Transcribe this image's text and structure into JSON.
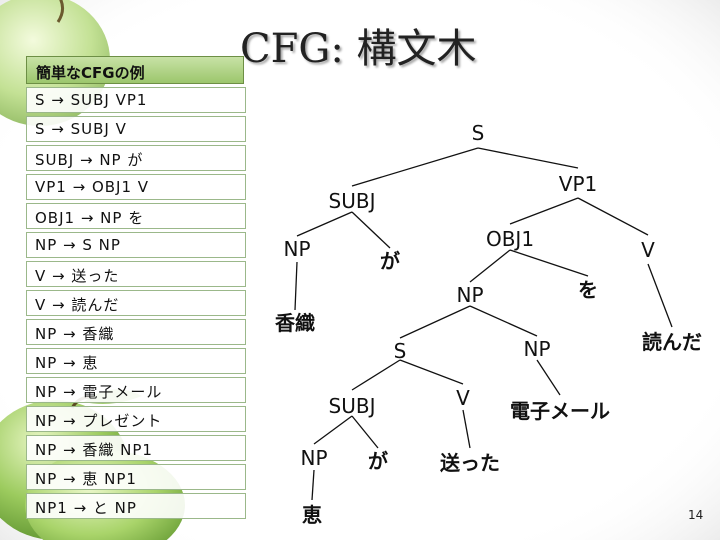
{
  "title": "CFG: 構文木",
  "rules_header": "簡単なCFGの例",
  "rules": [
    "S → SUBJ VP1",
    "S → SUBJ V",
    "SUBJ → NP が",
    "VP1 → OBJ1 V",
    "OBJ1 → NP を",
    "NP → S NP",
    "V → 送った",
    "V → 読んだ",
    "NP → 香織",
    "NP → 恵",
    "NP → 電子メール",
    "NP → プレゼント",
    "NP → 香織 NP1",
    "NP → 恵 NP1",
    "NP1 → と NP"
  ],
  "tree": {
    "nodes": [
      {
        "id": "s_root",
        "label": "S",
        "bold": false
      },
      {
        "id": "subj1",
        "label": "SUBJ",
        "bold": false
      },
      {
        "id": "vp1",
        "label": "VP1",
        "bold": false
      },
      {
        "id": "np_kaori",
        "label": "NP",
        "bold": false
      },
      {
        "id": "ga1",
        "label": "が",
        "bold": true
      },
      {
        "id": "obj1",
        "label": "OBJ1",
        "bold": false
      },
      {
        "id": "v_root",
        "label": "V",
        "bold": false
      },
      {
        "id": "kaori",
        "label": "香織",
        "bold": true
      },
      {
        "id": "np_obj",
        "label": "NP",
        "bold": false
      },
      {
        "id": "wo",
        "label": "を",
        "bold": true
      },
      {
        "id": "yonda",
        "label": "読んだ",
        "bold": true
      },
      {
        "id": "s_rel",
        "label": "S",
        "bold": false
      },
      {
        "id": "np_mail",
        "label": "NP",
        "bold": false
      },
      {
        "id": "subj2",
        "label": "SUBJ",
        "bold": false
      },
      {
        "id": "v_rel",
        "label": "V",
        "bold": false
      },
      {
        "id": "email",
        "label": "電子メール",
        "bold": true
      },
      {
        "id": "np_megumi",
        "label": "NP",
        "bold": false
      },
      {
        "id": "ga2",
        "label": "が",
        "bold": true
      },
      {
        "id": "okutta",
        "label": "送った",
        "bold": true
      },
      {
        "id": "megumi",
        "label": "恵",
        "bold": true
      }
    ],
    "edges": [
      [
        "s_root",
        "subj1"
      ],
      [
        "s_root",
        "vp1"
      ],
      [
        "subj1",
        "np_kaori"
      ],
      [
        "subj1",
        "ga1"
      ],
      [
        "vp1",
        "obj1"
      ],
      [
        "vp1",
        "v_root"
      ],
      [
        "np_kaori",
        "kaori"
      ],
      [
        "obj1",
        "np_obj"
      ],
      [
        "obj1",
        "wo"
      ],
      [
        "v_root",
        "yonda"
      ],
      [
        "np_obj",
        "s_rel"
      ],
      [
        "np_obj",
        "np_mail"
      ],
      [
        "s_rel",
        "subj2"
      ],
      [
        "s_rel",
        "v_rel"
      ],
      [
        "np_mail",
        "email"
      ],
      [
        "subj2",
        "np_megumi"
      ],
      [
        "subj2",
        "ga2"
      ],
      [
        "v_rel",
        "okutta"
      ],
      [
        "np_megumi",
        "megumi"
      ]
    ]
  },
  "page_number": "14"
}
